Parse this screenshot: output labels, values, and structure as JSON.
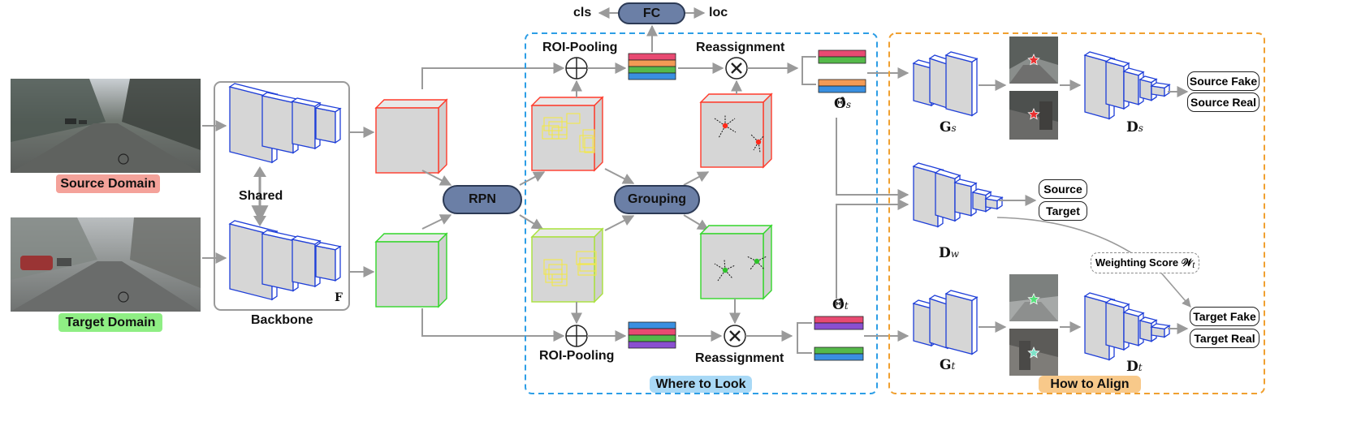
{
  "domains": {
    "source_label": "Source Domain",
    "target_label": "Target Domain",
    "source_color": "#f4a29a",
    "target_color": "#8fee84"
  },
  "backbone": {
    "shared_label": "Shared",
    "title": "Backbone",
    "feature_symbol": "F"
  },
  "rpn": {
    "label": "RPN"
  },
  "grouping": {
    "label": "Grouping"
  },
  "fc": {
    "label": "FC",
    "out_left": "cls",
    "out_right": "loc"
  },
  "roi": {
    "top_label": "ROI-Pooling",
    "bottom_label": "ROI-Pooling"
  },
  "reassign": {
    "top_label": "Reassignment",
    "bottom_label": "Reassignment",
    "symbol": "X"
  },
  "theta": {
    "source_symbol": "Θ̂",
    "source_sub": "s",
    "target_symbol": "Θ̂",
    "target_sub": "t"
  },
  "where_to_look": {
    "label": "Where to Look",
    "color": "#2d9ee6",
    "bg": "#a9d9f6"
  },
  "how_to_align": {
    "label": "How to Align",
    "color": "#f0a030",
    "bg": "#f8c98a"
  },
  "align": {
    "gs": {
      "symbol": "G",
      "sub": "s"
    },
    "ds": {
      "symbol": "D",
      "sub": "s"
    },
    "dw": {
      "symbol": "D",
      "sub": "w"
    },
    "gt": {
      "symbol": "G",
      "sub": "t"
    },
    "dt": {
      "symbol": "D",
      "sub": "t"
    },
    "source_fake": "Source Fake",
    "source_real": "Source Real",
    "source_out": "Source",
    "target_out": "Target",
    "target_fake": "Target Fake",
    "target_real": "Target Real",
    "weighting_label": "Weighting Score 𝒲",
    "weighting_sub": "t"
  },
  "colors": {
    "blue_stroke": "#1f3fd8",
    "red_stroke": "#ff3a2a",
    "green_stroke": "#33d62a",
    "lime_stroke": "#a8e23a",
    "box_fill": "#d6d6d6",
    "bar_pink": "#e84a72",
    "bar_orange": "#f39a55",
    "bar_green": "#55b94a",
    "bar_blue": "#3a8fe0",
    "bar_purple": "#8a4fd0"
  },
  "icons": {
    "plus": "circled-plus-icon",
    "cross": "circled-x-icon",
    "star": "star-icon"
  }
}
